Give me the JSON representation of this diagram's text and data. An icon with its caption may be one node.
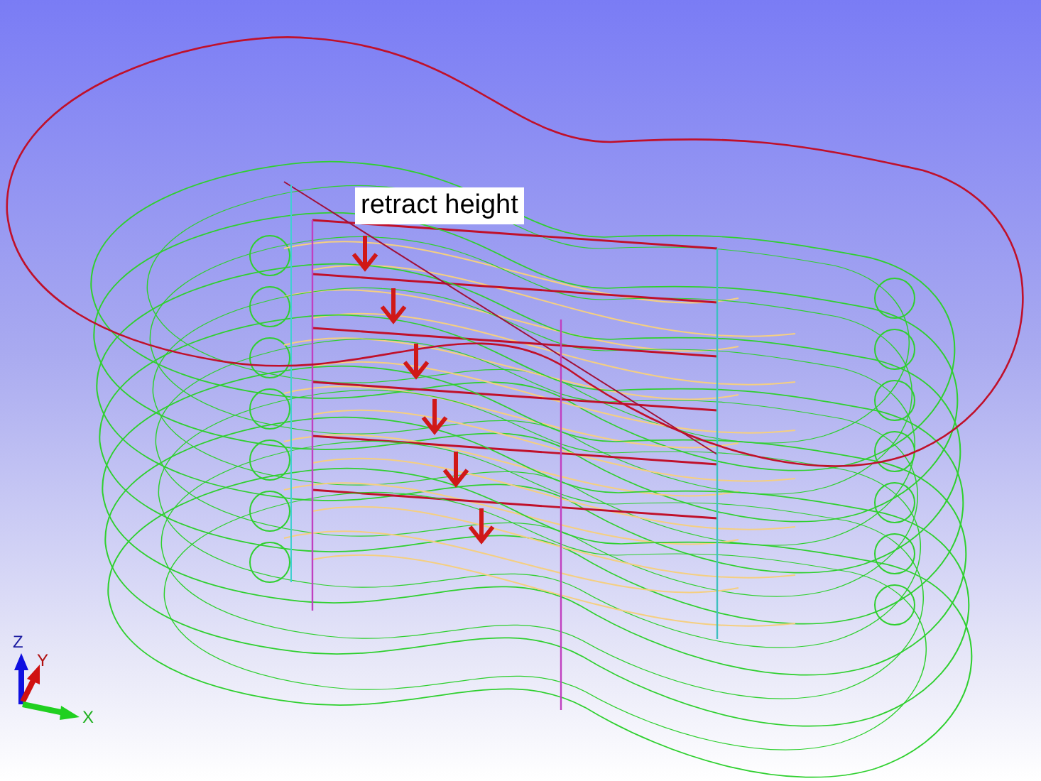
{
  "diagram": {
    "labels": [
      "retract height",
      "Z",
      "Y",
      "X"
    ]
  }
}
